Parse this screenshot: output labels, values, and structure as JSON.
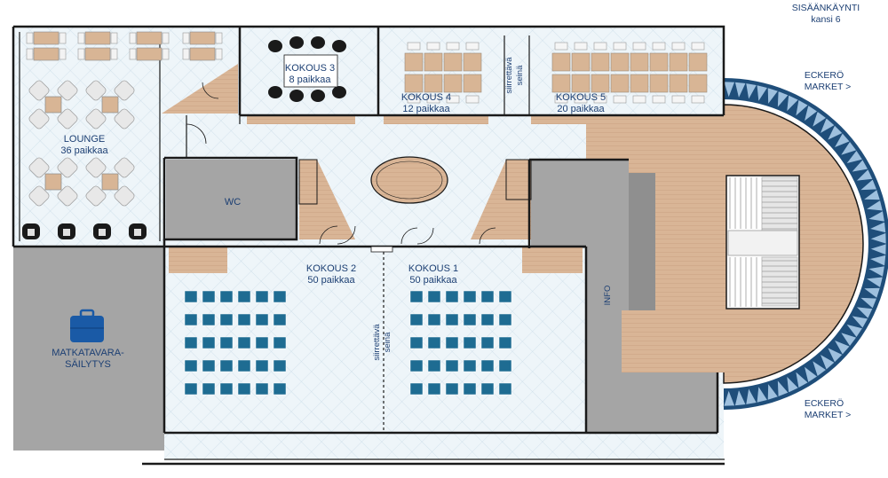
{
  "labels": {
    "entrance_title": "SISÄÄNKÄYNTI",
    "entrance_deck": "kansi 6",
    "market_top_name": "ECKERÖ",
    "market_top_sub": "MARKET >",
    "market_bottom_name": "ECKERÖ",
    "market_bottom_sub": "MARKET >",
    "lounge_name": "LOUNGE",
    "lounge_seats": "36 paikkaa",
    "kokous3_name": "KOKOUS 3",
    "kokous3_seats": "8 paikkaa",
    "kokous4_name": "KOKOUS 4",
    "kokous4_seats": "12 paikkaa",
    "kokous5_name": "KOKOUS 5",
    "kokous5_seats": "20 paikkaa",
    "movable_wall_top_1": "siirrettävä",
    "movable_wall_top_2": "seinä",
    "wc": "WC",
    "kokous2_name": "KOKOUS 2",
    "kokous2_seats": "50 paikkaa",
    "kokous1_name": "KOKOUS 1",
    "kokous1_seats": "50 paikkaa",
    "movable_wall_mid_1": "siirrettävä",
    "movable_wall_mid_2": "seinä",
    "info": "INFO",
    "luggage_1": "MATKATAVARA-",
    "luggage_2": "SÄILYTYS"
  },
  "icons": {
    "luggage": "suitcase-icon"
  },
  "colors": {
    "label": "#1c3f73",
    "floor_grid": "#eef5f9",
    "wood": "#d8b595",
    "gray_area": "#a5a5a5",
    "chair_blue": "#1e6c92",
    "deck_ring": "#1f4e7a",
    "luggage_blue": "#1a5aa6"
  },
  "seating": {
    "kokous2": {
      "rows": 5,
      "cols": 6,
      "seats": 50
    },
    "kokous1": {
      "rows": 5,
      "cols": 6,
      "seats": 50
    }
  }
}
